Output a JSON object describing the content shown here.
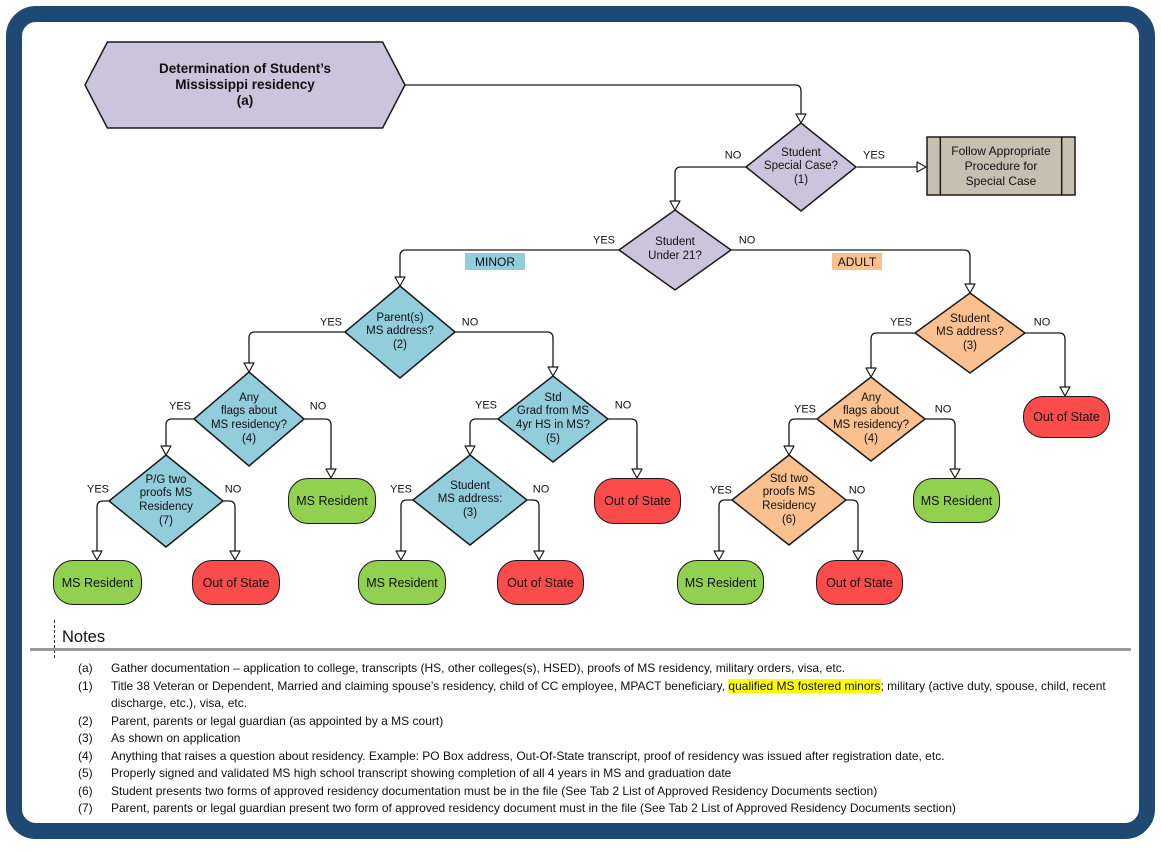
{
  "colors": {
    "frame": "#1F4972",
    "start_and_special_fill": "#CCC3DC",
    "minor_fill": "#92CDDC",
    "adult_fill": "#FAC090",
    "process_fill": "#C8BFB1",
    "ms_resident_fill": "#92D050",
    "out_of_state_fill": "#FB4B4B",
    "note_highlight": "#FFFF00"
  },
  "labels": {
    "yes": "YES",
    "no": "NO"
  },
  "flowchart": {
    "start": "Determination of Student’s\nMississippi residency\n(a)",
    "special_case": "Student\nSpecial Case?\n(1)",
    "follow_procedure": "Follow Appropriate\nProcedure for\nSpecial Case",
    "under_21": "Student\nUnder 21?",
    "minor_badge": "MINOR",
    "adult_badge": "ADULT",
    "parents_address": "Parent(s)\nMS address?\n(2)",
    "flags_minor": "Any\nflags about\nMS residency?\n(4)",
    "pg_two_proofs": "P/G two\nproofs MS\nResidency\n(7)",
    "std_grad": "Std\nGrad from MS\n4yr HS in MS?\n(5)",
    "student_address_minor": "Student\nMS address:\n(3)",
    "student_address_adult": "Student\nMS address?\n(3)",
    "flags_adult": "Any\nflags about\nMS residency?\n(4)",
    "std_two_proofs": "Std two\nproofs MS\nResidency\n(6)",
    "ms_resident": "MS Resident",
    "out_of_state": "Out of State"
  },
  "notes": {
    "heading": "Notes",
    "items": [
      {
        "key": "(a)",
        "text": "Gather documentation – application to college, transcripts (HS, other colleges(s), HSED), proofs of MS residency, military orders, visa, etc."
      },
      {
        "key": "(1)",
        "text_before": "Title 38 Veteran or Dependent, Married and claiming spouse’s residency, child of CC employee, MPACT beneficiary, ",
        "highlight": "qualified MS fostered minors",
        "text_after": "; military (active duty, spouse, child, recent discharge, etc.), visa, etc."
      },
      {
        "key": "(2)",
        "text": "Parent, parents or legal guardian (as appointed by a MS court)"
      },
      {
        "key": "(3)",
        "text": "As shown on application"
      },
      {
        "key": "(4)",
        "text": "Anything that raises a question about residency. Example: PO Box address, Out-Of-State transcript, proof of residency was issued after registration date, etc."
      },
      {
        "key": "(5)",
        "text": "Properly signed and validated MS high school transcript showing completion of all 4 years in MS and graduation date"
      },
      {
        "key": "(6)",
        "text": "Student presents two forms of approved residency documentation must be in the file (See Tab 2 List of Approved Residency Documents section)"
      },
      {
        "key": "(7)",
        "text": "Parent, parents or legal guardian present two form of approved residency document must in the file (See Tab 2 List of Approved Residency Documents section)"
      }
    ]
  }
}
